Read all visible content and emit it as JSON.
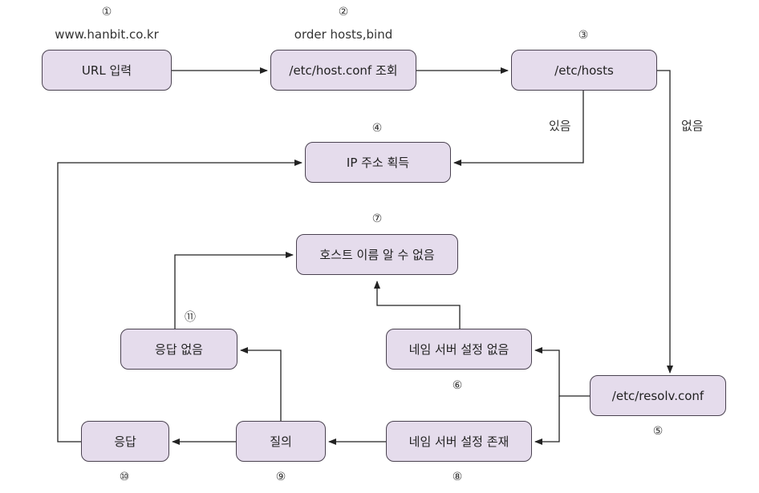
{
  "nodes": {
    "url_input": "URL 입력",
    "host_conf": "/etc/host.conf 조회",
    "etc_hosts": "/etc/hosts",
    "get_ip": "IP 주소 획득",
    "host_unknown": "호스트 이름 알 수 없음",
    "no_response": "응답 없음",
    "no_nameserver": "네임 서버 설정 없음",
    "resolv_conf": "/etc/resolv.conf",
    "response": "응답",
    "query": "질의",
    "nameserver_exists": "네임 서버 설정 존재"
  },
  "step_numbers": {
    "s1": "①",
    "s2": "②",
    "s3": "③",
    "s4": "④",
    "s5": "⑤",
    "s6": "⑥",
    "s7": "⑦",
    "s8": "⑧",
    "s9": "⑨",
    "s10": "⑩",
    "s11": "⑪"
  },
  "annotations": {
    "url_example": "www.hanbit.co.kr",
    "order_setting": "order hosts,bind",
    "found": "있음",
    "not_found": "없음"
  }
}
